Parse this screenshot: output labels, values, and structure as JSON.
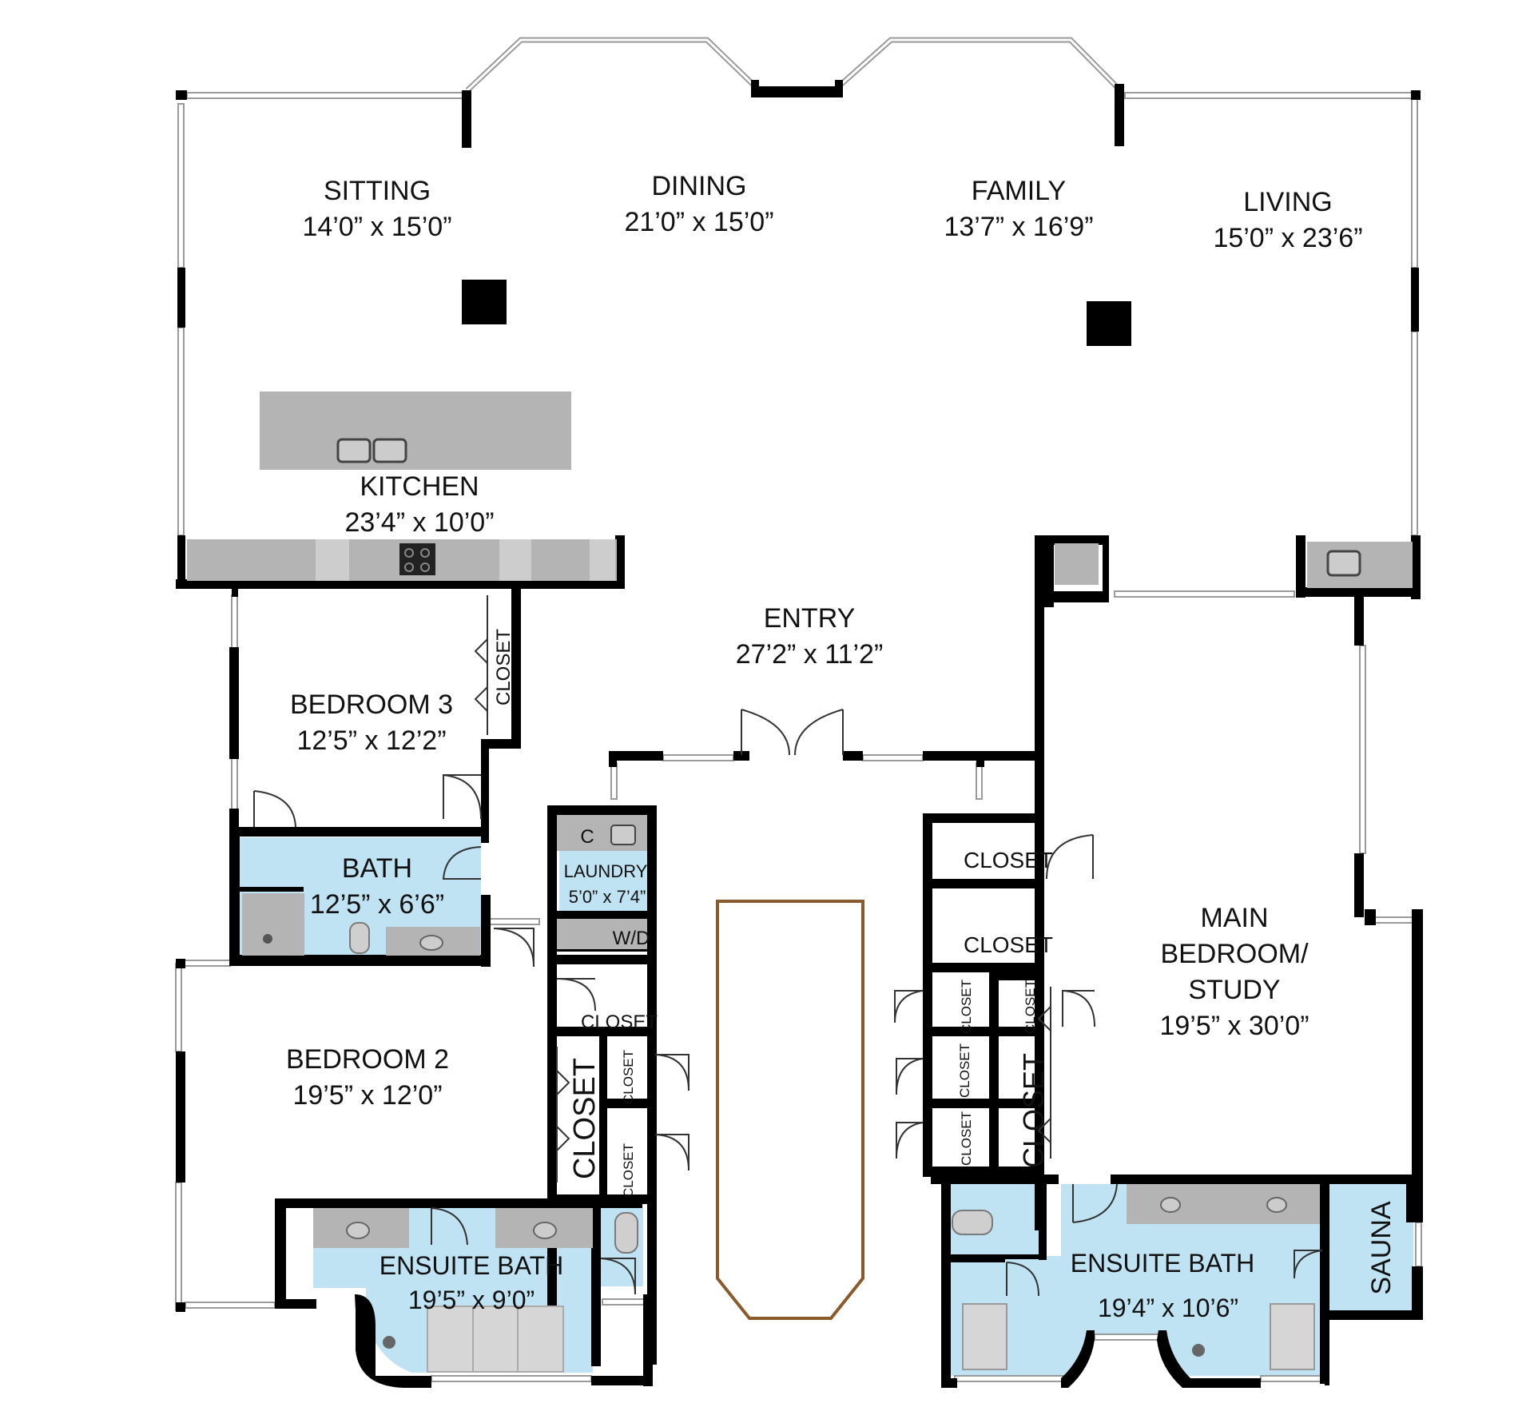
{
  "rooms": {
    "sitting": {
      "name": "SITTING",
      "dims": "14’0” x 15’0”"
    },
    "dining": {
      "name": "DINING",
      "dims": "21’0” x 15’0”"
    },
    "family": {
      "name": "FAMILY",
      "dims": "13’7” x 16’9”"
    },
    "living": {
      "name": "LIVING",
      "dims": "15’0” x 23’6”"
    },
    "kitchen": {
      "name": "KITCHEN",
      "dims": "23’4” x 10’0”"
    },
    "entry": {
      "name": "ENTRY",
      "dims": "27’2” x 11’2”"
    },
    "bedroom3": {
      "name": "BEDROOM 3",
      "dims": "12’5” x 12’2”"
    },
    "bath": {
      "name": "BATH",
      "dims": "12’5” x 6’6”"
    },
    "laundry": {
      "name": "LAUNDRY",
      "dims": "5’0” x 7’4”",
      "c_label": "C",
      "wd_label": "W/D"
    },
    "bedroom2": {
      "name": "BEDROOM 2",
      "dims": "19’5” x 12’0”"
    },
    "ensuite_bath_left": {
      "name": "ENSUITE BATH",
      "dims": "19’5” x 9’0”"
    },
    "main_bedroom": {
      "name_line1": "MAIN",
      "name_line2": "BEDROOM/",
      "name_line3": "STUDY",
      "dims": "19’5” x 30’0”"
    },
    "ensuite_bath_right": {
      "name": "ENSUITE BATH",
      "dims": "19’4” x 10’6”"
    },
    "sauna": {
      "name": "SAUNA"
    }
  },
  "closets": {
    "bedroom3_closet": "CLOSET",
    "main_closet_1": "CLOSET",
    "main_closet_2": "CLOSET",
    "center_closet": "CLOSET",
    "bedroom2_closet_tall": "CLOSET",
    "hall_closet_a": "CLOSET",
    "hall_closet_b": "CLOSET",
    "main_small_closet_1": "CLOSET",
    "main_small_closet_2": "CLOSET",
    "main_small_closet_3": "CLOSET",
    "main_small_closet_4": "CLOSET",
    "main_closet_tall": "CLOSET"
  },
  "colors": {
    "wall": "#000000",
    "wet_area": "#bfe3f3",
    "counter": "#b4b4b4",
    "rug_outline": "#8b5a2b"
  }
}
